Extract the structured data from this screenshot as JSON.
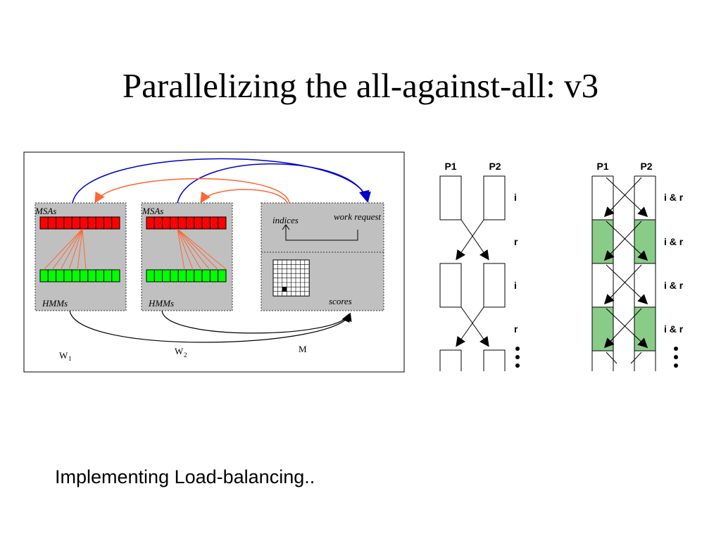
{
  "title": "Parallelizing the all-against-all: v3",
  "subtitle": "Implementing Load-balancing..",
  "left_diagram": {
    "worker1": {
      "msas_label": "MSAs",
      "hmms_label": "HMMs",
      "name": "W",
      "name_sub": "1"
    },
    "worker2": {
      "msas_label": "MSAs",
      "hmms_label": "HMMs",
      "name": "W",
      "name_sub": "2"
    },
    "master": {
      "indices_label": "indices",
      "work_request_label": "work request",
      "scores_label": "scores",
      "name": "M"
    },
    "colors": {
      "msa": "#ff0000",
      "hmm": "#00ff00",
      "panel": "#c0c0c0",
      "blue_arrow": "#0000cc",
      "orange_arrow": "#ff6633"
    }
  },
  "timeline_basic": {
    "headers": [
      "P1",
      "P2"
    ],
    "step_labels": [
      "i",
      "r",
      "i",
      "r"
    ]
  },
  "timeline_overlap": {
    "headers": [
      "P1",
      "P2"
    ],
    "step_labels": [
      "i & r",
      "i & r",
      "i & r",
      "i & r"
    ],
    "colors": {
      "highlight": "#88cc88"
    }
  }
}
